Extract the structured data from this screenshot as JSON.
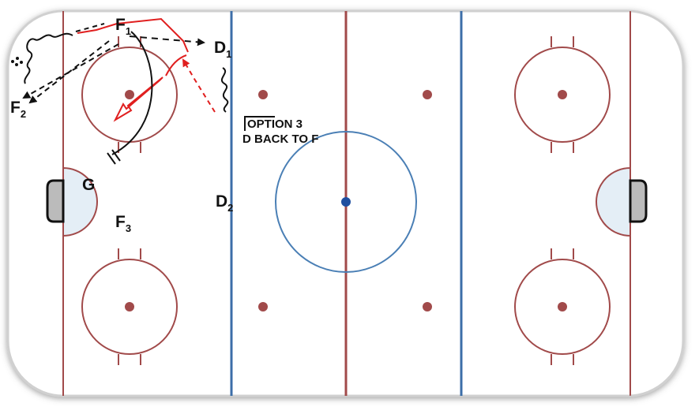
{
  "players": {
    "f1": {
      "letter": "F",
      "sub": "1"
    },
    "f2": {
      "letter": "F",
      "sub": "2"
    },
    "f3": {
      "letter": "F",
      "sub": "3"
    },
    "d1": {
      "letter": "D",
      "sub": "1"
    },
    "d2": {
      "letter": "D",
      "sub": "2"
    },
    "g": {
      "letter": "G"
    }
  },
  "annotation": {
    "line1": "OPTION 3",
    "line2": "D BACK TO F"
  },
  "colors": {
    "rink_line": "#a14a4a",
    "blue_line": "#3c6ea8",
    "center_circle": "#4a7fb5",
    "center_dot": "#1f4fa0",
    "crease": "#e4eef6",
    "play_red": "#e01f1f",
    "play_black": "#111111"
  }
}
